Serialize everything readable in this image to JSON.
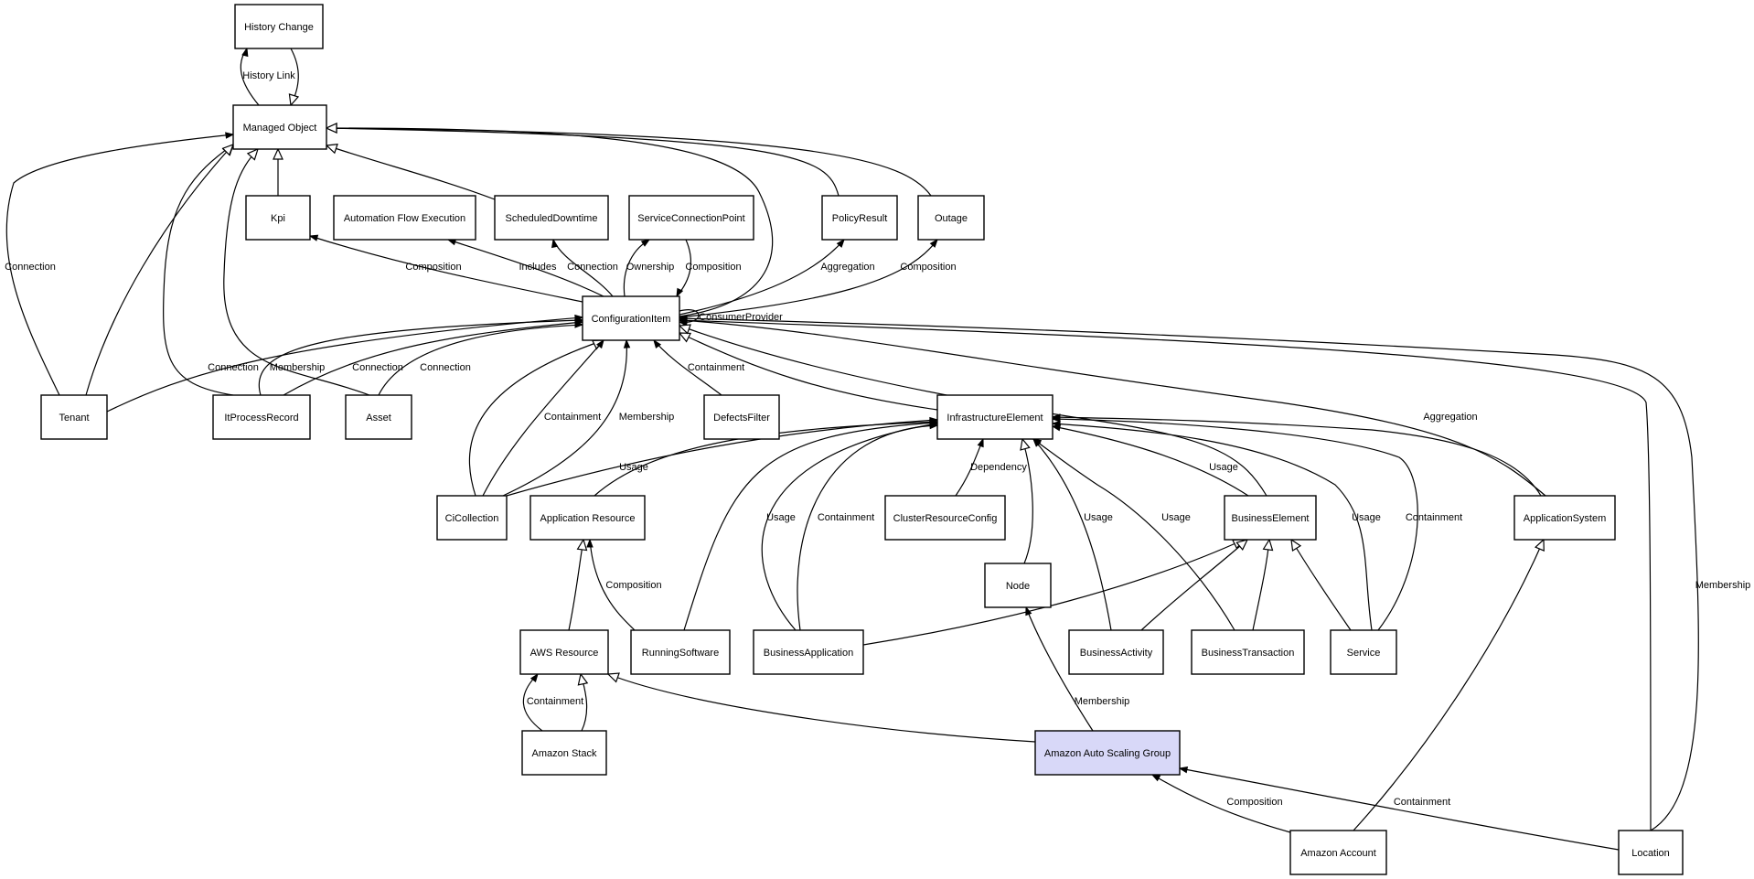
{
  "nodes": [
    {
      "id": "history_change",
      "label": "History Change"
    },
    {
      "id": "managed_object",
      "label": "Managed Object"
    },
    {
      "id": "kpi",
      "label": "Kpi"
    },
    {
      "id": "automation_flow_execution",
      "label": "Automation Flow Execution"
    },
    {
      "id": "scheduled_downtime",
      "label": "ScheduledDowntime"
    },
    {
      "id": "service_connection_point",
      "label": "ServiceConnectionPoint"
    },
    {
      "id": "policy_result",
      "label": "PolicyResult"
    },
    {
      "id": "outage",
      "label": "Outage"
    },
    {
      "id": "configuration_item",
      "label": "ConfigurationItem"
    },
    {
      "id": "tenant",
      "label": "Tenant"
    },
    {
      "id": "it_process_record",
      "label": "ItProcessRecord"
    },
    {
      "id": "asset",
      "label": "Asset"
    },
    {
      "id": "defects_filter",
      "label": "DefectsFilter"
    },
    {
      "id": "infrastructure_element",
      "label": "InfrastructureElement"
    },
    {
      "id": "ci_collection",
      "label": "CiCollection"
    },
    {
      "id": "application_resource",
      "label": "Application Resource"
    },
    {
      "id": "cluster_resource_config",
      "label": "ClusterResourceConfig"
    },
    {
      "id": "business_element",
      "label": "BusinessElement"
    },
    {
      "id": "application_system",
      "label": "ApplicationSystem"
    },
    {
      "id": "node",
      "label": "Node"
    },
    {
      "id": "aws_resource",
      "label": "AWS Resource"
    },
    {
      "id": "running_software",
      "label": "RunningSoftware"
    },
    {
      "id": "business_application",
      "label": "BusinessApplication"
    },
    {
      "id": "business_activity",
      "label": "BusinessActivity"
    },
    {
      "id": "business_transaction",
      "label": "BusinessTransaction"
    },
    {
      "id": "service",
      "label": "Service"
    },
    {
      "id": "amazon_stack",
      "label": "Amazon Stack"
    },
    {
      "id": "amazon_auto_scaling_group",
      "label": "Amazon Auto Scaling Group",
      "highlighted": true
    },
    {
      "id": "amazon_account",
      "label": "Amazon Account"
    },
    {
      "id": "location",
      "label": "Location"
    }
  ],
  "edges": [
    {
      "id": "e01",
      "from": "managed_object",
      "to": "history_change",
      "label": "History Link",
      "arrow": "filled"
    },
    {
      "id": "e02",
      "from": "history_change",
      "to": "managed_object",
      "label": "",
      "arrow": "hollow"
    },
    {
      "id": "e03",
      "from": "kpi",
      "to": "managed_object",
      "label": "",
      "arrow": "hollow"
    },
    {
      "id": "e04",
      "from": "scheduled_downtime",
      "to": "managed_object",
      "label": "",
      "arrow": "hollow"
    },
    {
      "id": "e05",
      "from": "policy_result",
      "to": "managed_object",
      "label": "",
      "arrow": "hollow"
    },
    {
      "id": "e06",
      "from": "outage",
      "to": "managed_object",
      "label": "",
      "arrow": "hollow"
    },
    {
      "id": "e07",
      "from": "configuration_item",
      "to": "managed_object",
      "label": "",
      "arrow": "hollow"
    },
    {
      "id": "e08",
      "from": "tenant",
      "to": "managed_object",
      "label": "Connection",
      "arrow": "filled"
    },
    {
      "id": "e09",
      "from": "tenant",
      "to": "managed_object",
      "label": "",
      "arrow": "hollow"
    },
    {
      "id": "e10",
      "from": "it_process_record",
      "to": "managed_object",
      "label": "",
      "arrow": "hollow"
    },
    {
      "id": "e11",
      "from": "asset",
      "to": "managed_object",
      "label": "",
      "arrow": "hollow"
    },
    {
      "id": "e12",
      "from": "configuration_item",
      "to": "kpi",
      "label": "Composition",
      "arrow": "filled"
    },
    {
      "id": "e13",
      "from": "configuration_item",
      "to": "automation_flow_execution",
      "label": "Includes",
      "arrow": "filled"
    },
    {
      "id": "e14",
      "from": "configuration_item",
      "to": "scheduled_downtime",
      "label": "Connection",
      "arrow": "filled"
    },
    {
      "id": "e15",
      "from": "configuration_item",
      "to": "service_connection_point",
      "label": "Ownership",
      "arrow": "filled"
    },
    {
      "id": "e16",
      "from": "service_connection_point",
      "to": "configuration_item",
      "label": "Composition",
      "arrow": "filled"
    },
    {
      "id": "e17",
      "from": "configuration_item",
      "to": "policy_result",
      "label": "Aggregation",
      "arrow": "filled"
    },
    {
      "id": "e18",
      "from": "configuration_item",
      "to": "outage",
      "label": "Composition",
      "arrow": "filled"
    },
    {
      "id": "e19",
      "from": "configuration_item",
      "to": "configuration_item",
      "label": "ConsumerProvider",
      "arrow": "filled"
    },
    {
      "id": "e20",
      "from": "tenant",
      "to": "configuration_item",
      "label": "Connection",
      "arrow": "filled"
    },
    {
      "id": "e21",
      "from": "it_process_record",
      "to": "configuration_item",
      "label": "Membership",
      "arrow": "filled"
    },
    {
      "id": "e22",
      "from": "it_process_record",
      "to": "configuration_item",
      "label": "Connection",
      "arrow": "filled"
    },
    {
      "id": "e23",
      "from": "asset",
      "to": "configuration_item",
      "label": "Connection",
      "arrow": "filled"
    },
    {
      "id": "e24",
      "from": "ci_collection",
      "to": "configuration_item",
      "label": "",
      "arrow": "hollow"
    },
    {
      "id": "e25",
      "from": "ci_collection",
      "to": "configuration_item",
      "label": "Containment",
      "arrow": "filled"
    },
    {
      "id": "e26",
      "from": "ci_collection",
      "to": "configuration_item",
      "label": "Membership",
      "arrow": "filled"
    },
    {
      "id": "e27",
      "from": "defects_filter",
      "to": "configuration_item",
      "label": "Containment",
      "arrow": "filled"
    },
    {
      "id": "e28",
      "from": "infrastructure_element",
      "to": "configuration_item",
      "label": "",
      "arrow": "hollow"
    },
    {
      "id": "e29",
      "from": "business_element",
      "to": "configuration_item",
      "label": "",
      "arrow": "hollow"
    },
    {
      "id": "e30",
      "from": "application_system",
      "to": "configuration_item",
      "label": "Aggregation",
      "arrow": "filled"
    },
    {
      "id": "e31",
      "from": "location",
      "to": "configuration_item",
      "label": "Membership",
      "arrow": "filled"
    },
    {
      "id": "e32",
      "from": "location",
      "to": "configuration_item",
      "label": "",
      "arrow": "filled"
    },
    {
      "id": "e33",
      "from": "ci_collection",
      "to": "infrastructure_element",
      "label": "Usage",
      "arrow": "filled"
    },
    {
      "id": "e34",
      "from": "application_resource",
      "to": "infrastructure_element",
      "label": "",
      "arrow": "filled"
    },
    {
      "id": "e35",
      "from": "running_software",
      "to": "infrastructure_element",
      "label": "",
      "arrow": "filled"
    },
    {
      "id": "e36",
      "from": "business_application",
      "to": "infrastructure_element",
      "label": "Usage",
      "arrow": "filled"
    },
    {
      "id": "e37",
      "from": "business_application",
      "to": "infrastructure_element",
      "label": "Containment",
      "arrow": "filled"
    },
    {
      "id": "e38",
      "from": "cluster_resource_config",
      "to": "infrastructure_element",
      "label": "Dependency",
      "arrow": "filled"
    },
    {
      "id": "e39",
      "from": "node",
      "to": "infrastructure_element",
      "label": "",
      "arrow": "hollow"
    },
    {
      "id": "e40",
      "from": "business_activity",
      "to": "infrastructure_element",
      "label": "Usage",
      "arrow": "filled"
    },
    {
      "id": "e41",
      "from": "business_transaction",
      "to": "infrastructure_element",
      "label": "Usage",
      "arrow": "filled"
    },
    {
      "id": "e42",
      "from": "business_element",
      "to": "infrastructure_element",
      "label": "Usage",
      "arrow": "filled"
    },
    {
      "id": "e43",
      "from": "service",
      "to": "infrastructure_element",
      "label": "Usage",
      "arrow": "filled"
    },
    {
      "id": "e44",
      "from": "service",
      "to": "infrastructure_element",
      "label": "Containment",
      "arrow": "filled"
    },
    {
      "id": "e45",
      "from": "application_system",
      "to": "infrastructure_element",
      "label": "",
      "arrow": "filled"
    },
    {
      "id": "e46",
      "from": "aws_resource",
      "to": "application_resource",
      "label": "",
      "arrow": "hollow"
    },
    {
      "id": "e47",
      "from": "running_software",
      "to": "application_resource",
      "label": "Composition",
      "arrow": "filled"
    },
    {
      "id": "e48",
      "from": "business_application",
      "to": "business_element",
      "label": "",
      "arrow": "hollow"
    },
    {
      "id": "e49",
      "from": "business_activity",
      "to": "business_element",
      "label": "",
      "arrow": "hollow"
    },
    {
      "id": "e50",
      "from": "business_transaction",
      "to": "business_element",
      "label": "",
      "arrow": "hollow"
    },
    {
      "id": "e51",
      "from": "service",
      "to": "business_element",
      "label": "",
      "arrow": "hollow"
    },
    {
      "id": "e52",
      "from": "amazon_account",
      "to": "application_system",
      "label": "",
      "arrow": "hollow"
    },
    {
      "id": "e53",
      "from": "amazon_auto_scaling_group",
      "to": "node",
      "label": "Membership",
      "arrow": "filled"
    },
    {
      "id": "e54",
      "from": "amazon_stack",
      "to": "aws_resource",
      "label": "Containment",
      "arrow": "filled"
    },
    {
      "id": "e55",
      "from": "amazon_stack",
      "to": "aws_resource",
      "label": "",
      "arrow": "hollow"
    },
    {
      "id": "e56",
      "from": "amazon_auto_scaling_group",
      "to": "aws_resource",
      "label": "",
      "arrow": "hollow"
    },
    {
      "id": "e57",
      "from": "amazon_account",
      "to": "amazon_auto_scaling_group",
      "label": "Composition",
      "arrow": "filled"
    },
    {
      "id": "e58",
      "from": "location",
      "to": "amazon_auto_scaling_group",
      "label": "Containment",
      "arrow": "filled"
    }
  ],
  "colors": {
    "highlight_fill": "#d8d8f8",
    "stroke": "#000000",
    "background": "#ffffff"
  }
}
